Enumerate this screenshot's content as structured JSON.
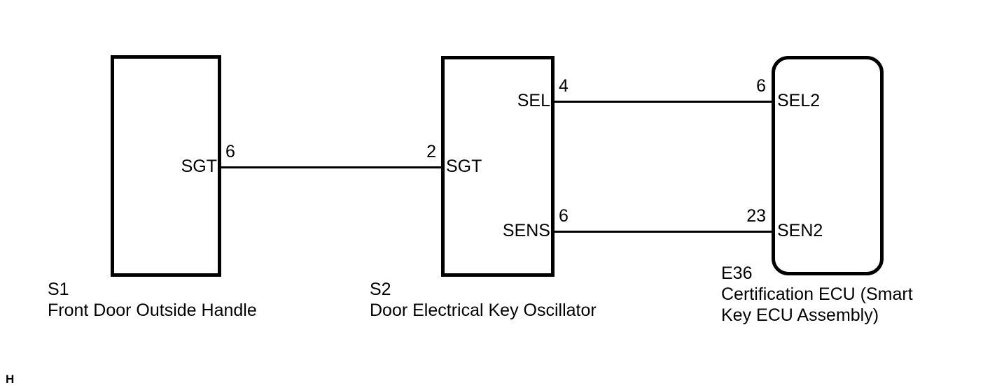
{
  "diagram": {
    "title": "Front Door Outside Handle / Door Electrical Key Oscillator / Certification ECU wiring diagram",
    "page_marker": "H",
    "line_color": "#000000",
    "background_color": "#ffffff"
  },
  "components": [
    {
      "id": "S1",
      "code": "S1",
      "description": "Front Door Outside Handle",
      "shape": "rectangle",
      "terminals": [
        {
          "name": "SGT",
          "pin": "6",
          "side": "right"
        }
      ]
    },
    {
      "id": "S2",
      "code": "S2",
      "description": "Door Electrical Key Oscillator",
      "shape": "rectangle",
      "terminals": [
        {
          "name": "SEL",
          "pin": "4",
          "side": "right"
        },
        {
          "name": "SGT",
          "pin": "2",
          "side": "left"
        },
        {
          "name": "SENS",
          "pin": "6",
          "side": "right"
        }
      ]
    },
    {
      "id": "E36",
      "code": "E36",
      "description_line1": "Certification ECU (Smart",
      "description_line2": "Key ECU Assembly)",
      "shape": "rounded-rectangle",
      "terminals": [
        {
          "name": "SEL2",
          "pin": "6",
          "side": "left"
        },
        {
          "name": "SEN2",
          "pin": "23",
          "side": "left"
        }
      ]
    }
  ],
  "connections": [
    {
      "id": "w1",
      "from": "S1 SGT (6)",
      "to": "S2 SGT (2)"
    },
    {
      "id": "w2",
      "from": "S2 SEL (4)",
      "to": "E36 SEL2 (6)"
    },
    {
      "id": "w3",
      "from": "S2 SENS (6)",
      "to": "E36 SEN2 (23)"
    }
  ],
  "labels": {
    "s1_sgt_term": "SGT",
    "s1_sgt_pin": "6",
    "s2_sel_term": "SEL",
    "s2_sel_pin": "4",
    "s2_sgt_term": "SGT",
    "s2_sgt_pin": "2",
    "s2_sens_term": "SENS",
    "s2_sens_pin": "6",
    "e36_sel2_term": "SEL2",
    "e36_sel2_pin": "6",
    "e36_sen2_term": "SEN2",
    "e36_sen2_pin": "23",
    "s1_code": "S1",
    "s1_desc": "Front Door Outside Handle",
    "s2_code": "S2",
    "s2_desc": "Door Electrical Key Oscillator",
    "e36_code": "E36",
    "e36_desc_1": "Certification ECU (Smart",
    "e36_desc_2": "Key ECU Assembly)",
    "page_marker": "H"
  }
}
